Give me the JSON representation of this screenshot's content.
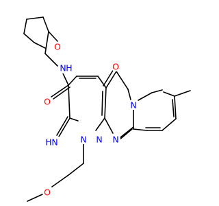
{
  "molecule": {
    "atoms": {
      "o_ring": {
        "text": "O",
        "color": "#ff0000"
      },
      "n_amide": {
        "text": "N",
        "color": "#0000ff"
      },
      "h_amide": {
        "text": "H",
        "color": "#0000ff"
      },
      "o_amide": {
        "text": "O",
        "color": "#ff0000"
      },
      "o_keto": {
        "text": "O",
        "color": "#ff0000"
      },
      "n_bridge": {
        "text": "N",
        "color": "#0000ff"
      },
      "n_top": {
        "text": "N",
        "color": "#0000ff"
      },
      "n_imine": {
        "text": "N",
        "color": "#0000ff"
      },
      "h_imine": {
        "text": "H",
        "color": "#0000ff"
      },
      "n_ring1": {
        "text": "N",
        "color": "#0000ff"
      },
      "n_ring2": {
        "text": "N",
        "color": "#0000ff"
      },
      "o_methoxy": {
        "text": "O",
        "color": "#ff0000"
      }
    },
    "bond_color": "#000000"
  }
}
